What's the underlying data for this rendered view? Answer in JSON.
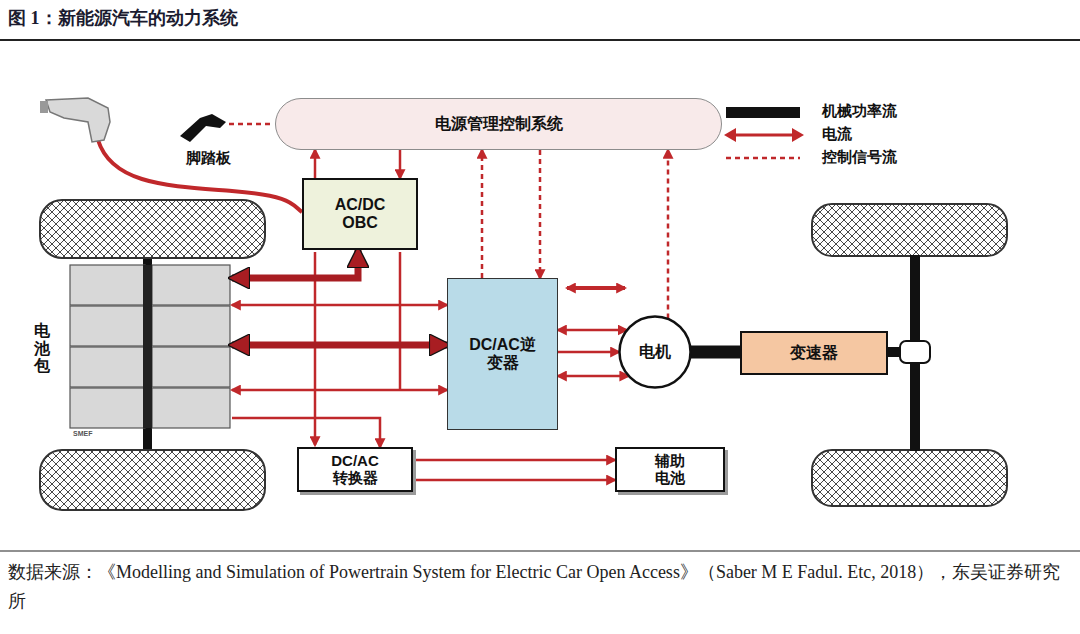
{
  "diagram": {
    "title": "图 1：新能源汽车的动力系统",
    "caption": "数据来源：《Modelling and Simulation of Powertrain System for Electric Car Open Access》（Saber M E Fadul. Etc, 2018），东吴证券研究所",
    "nodes": [
      {
        "text": [
          "电源管理控制系统"
        ]
      },
      {
        "text": [
          "AC/DC OBC"
        ]
      },
      {
        "text": [
          "电池包"
        ]
      },
      {
        "text": [
          "DC/AC逆变器"
        ]
      },
      {
        "text": [
          "电机"
        ]
      },
      {
        "text": [
          "变速器"
        ]
      },
      {
        "text": [
          "DC/AC 转换器"
        ]
      },
      {
        "text": [
          "辅助电池"
        ]
      }
    ],
    "edges": [
      {
        "from": 1,
        "to": 0,
        "arrow": "to"
      },
      {
        "from": 0,
        "to": 1,
        "arrow": "to"
      },
      {
        "from": 3,
        "to": 0,
        "arrow": "to"
      },
      {
        "from": 0,
        "to": 3,
        "arrow": "to"
      },
      {
        "from": 4,
        "to": 0,
        "arrow": "to"
      },
      {
        "from": 2,
        "to": 3,
        "arrow": "both"
      },
      {
        "from": 2,
        "to": 3,
        "arrow": "both"
      },
      {
        "from": 2,
        "to": 3,
        "arrow": "both"
      },
      {
        "from": 1,
        "to": 2,
        "arrow": "both"
      },
      {
        "from": 2,
        "to": 6,
        "arrow": "to"
      },
      {
        "from": 6,
        "to": 7,
        "arrow": "to"
      },
      {
        "from": 6,
        "to": 7,
        "arrow": "to"
      },
      {
        "from": 3,
        "to": 4,
        "arrow": "both"
      },
      {
        "from": 3,
        "to": 4,
        "arrow": "to"
      },
      {
        "from": 3,
        "to": 4,
        "arrow": "both"
      },
      {
        "from": 4,
        "to": 5,
        "arrow": "none"
      }
    ],
    "labels": [
      "脚踏板",
      "SMEF"
    ],
    "legend": [
      {
        "text": "机械功率流"
      },
      {
        "text": "电流"
      },
      {
        "text": "控制信号流"
      }
    ]
  }
}
